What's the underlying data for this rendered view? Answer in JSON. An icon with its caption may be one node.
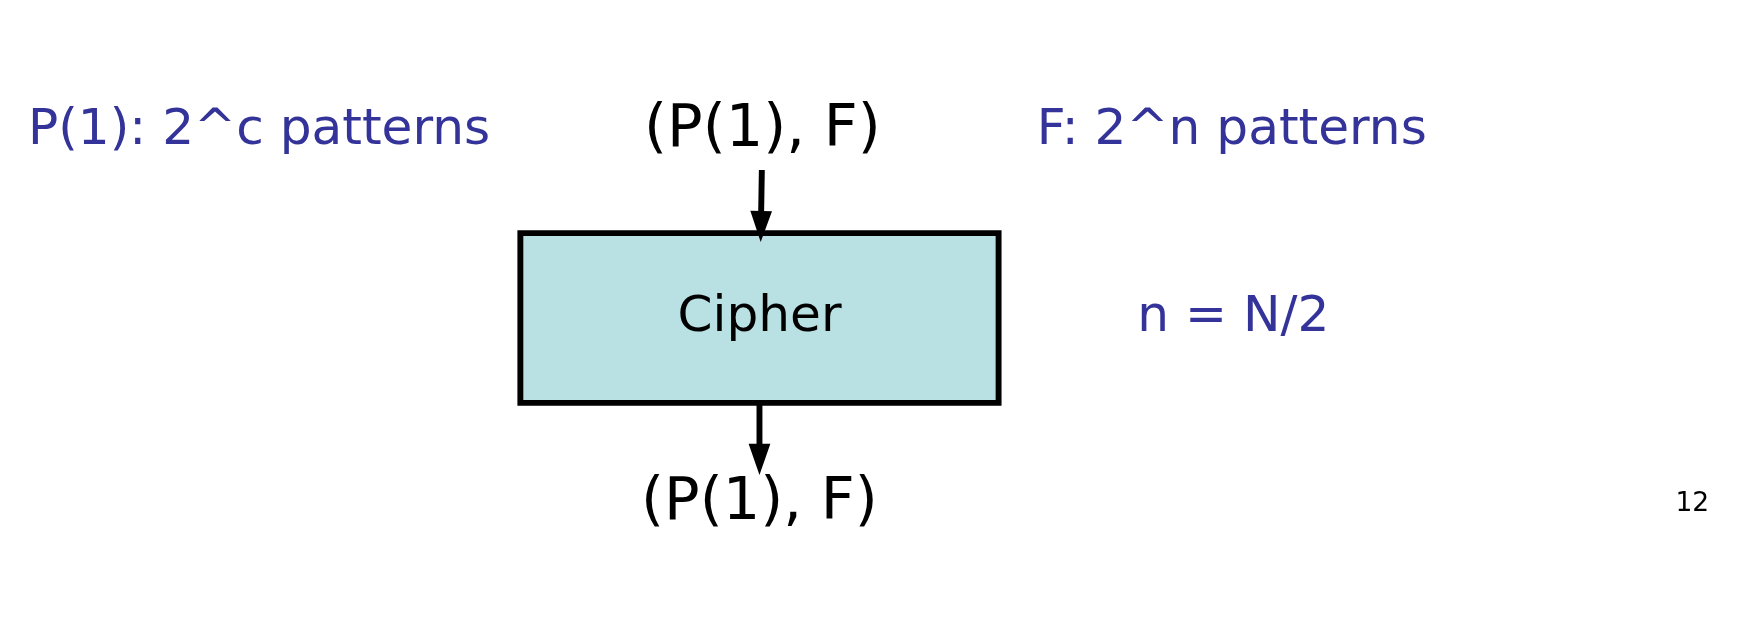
{
  "diagram": {
    "nodes": [
      {
        "text": [
          "(P(1), F)"
        ]
      },
      {
        "text": [
          "Cipher"
        ]
      },
      {
        "text": [
          "(P(1), F)"
        ]
      }
    ],
    "edges": [
      {
        "from": 0,
        "to": 1,
        "arrow": "to"
      },
      {
        "from": 1,
        "to": 2,
        "arrow": "to"
      }
    ],
    "labels": [
      "P(1): 2^c patterns",
      "F: 2^n patterns",
      "n = N/2",
      "12"
    ]
  }
}
